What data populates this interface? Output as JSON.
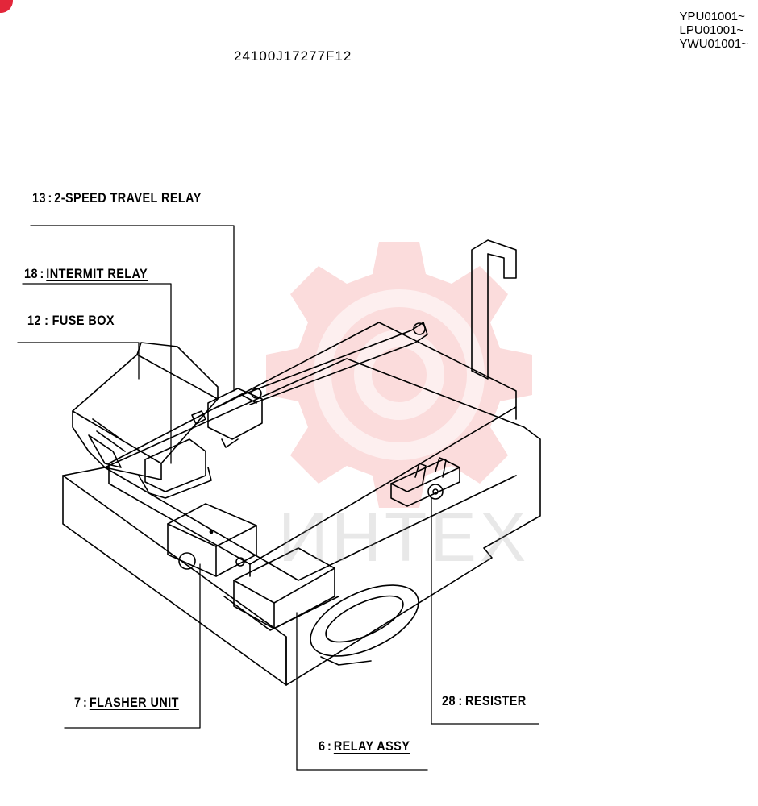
{
  "header": {
    "doc_number": "24100J17277F12",
    "serials": [
      "YPU01001~",
      "LPU01001~",
      "YWU01001~"
    ]
  },
  "watermark": {
    "text": "ИНТЕХ",
    "color": "#f08080"
  },
  "parts": [
    {
      "num": "13",
      "sep": ":",
      "name": "2-SPEED TRAVEL RELAY",
      "underline": false
    },
    {
      "num": "18",
      "sep": ":",
      "name": "INTERMIT RELAY",
      "underline": true
    },
    {
      "num": "12",
      "sep": ":",
      "name": "FUSE BOX",
      "underline": false
    },
    {
      "num": "7",
      "sep": ":",
      "name": "FLASHER UNIT",
      "underline": true
    },
    {
      "num": "28",
      "sep": ":",
      "name": "RESISTER",
      "underline": false
    },
    {
      "num": "6",
      "sep": ":",
      "name": "RELAY ASSY",
      "underline": true
    }
  ]
}
